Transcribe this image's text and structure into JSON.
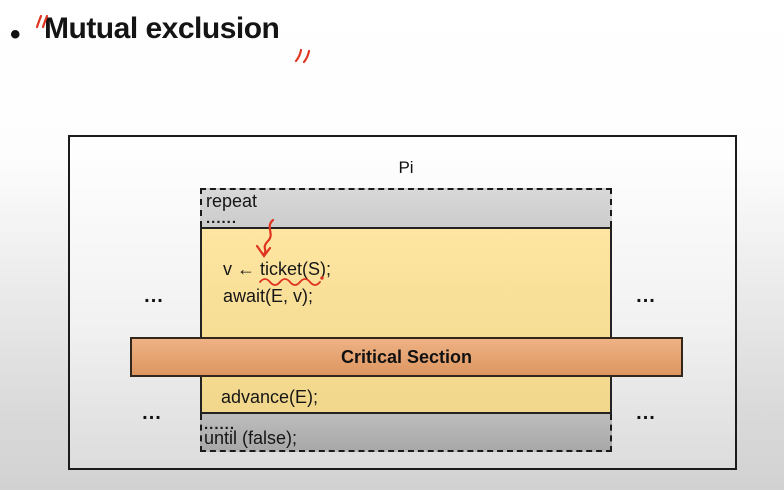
{
  "slide": {
    "bullet": "•",
    "title": "Mutual exclusion"
  },
  "diagram": {
    "process_label": "Pi",
    "repeat_line": "repeat",
    "repeat_dots": "......",
    "code_line_1": "v ← ticket(S);",
    "code_line_2": "await(E, v);",
    "critical_section_label": "Critical Section",
    "code_line_3": "advance(E);",
    "until_dots": "......",
    "until_line": "until (false);",
    "ellipsis": "..."
  },
  "colors": {
    "annotation_red": "#df3420",
    "entry_protocol_yellow": "#f8df97",
    "critical_section_orange": "#e6a473",
    "repeat_section_gray": "#d2d2d2",
    "until_section_gray": "#b2b2b2",
    "frame_border_black": "#1b1b1b"
  }
}
